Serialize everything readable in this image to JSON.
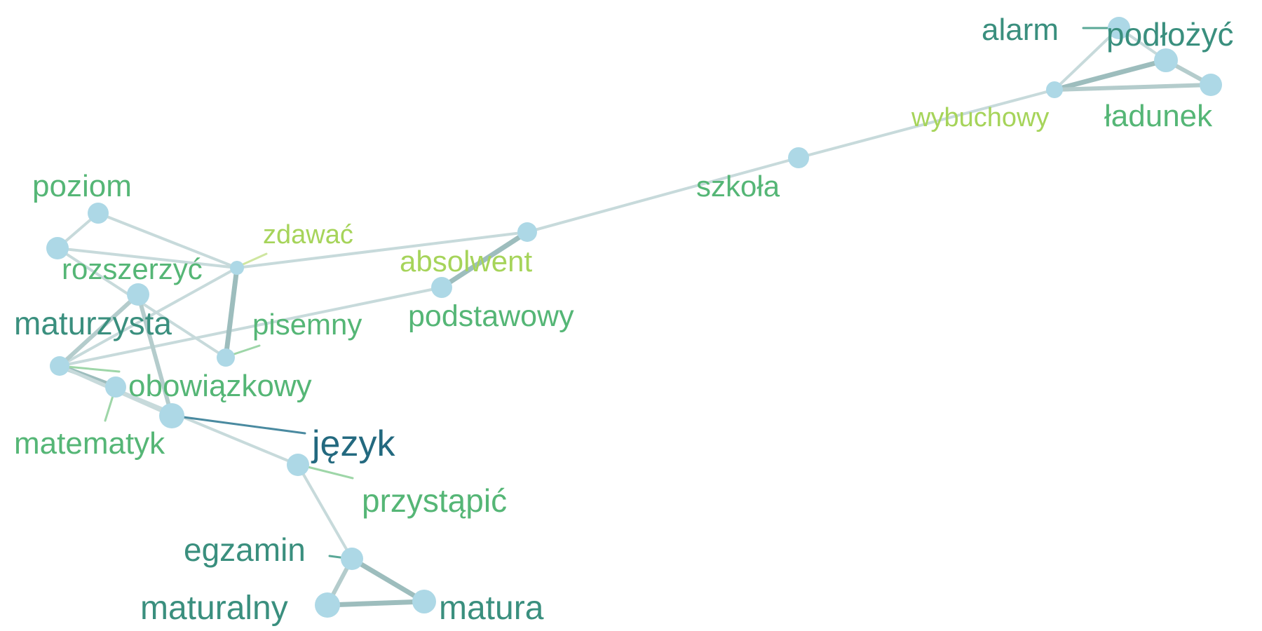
{
  "graph": {
    "nodes": [
      {
        "id": "alarm",
        "label": "alarm"
      },
      {
        "id": "podlozyc",
        "label": "podłożyć"
      },
      {
        "id": "ladunek",
        "label": "ładunek"
      },
      {
        "id": "wybuchowy",
        "label": "wybuchowy"
      },
      {
        "id": "szkola",
        "label": "szkoła"
      },
      {
        "id": "absolwent",
        "label": "absolwent"
      },
      {
        "id": "podstawowy",
        "label": "podstawowy"
      },
      {
        "id": "zdawac",
        "label": "zdawać"
      },
      {
        "id": "poziom",
        "label": "poziom"
      },
      {
        "id": "rozszerzyc",
        "label": "rozszerzyć"
      },
      {
        "id": "maturzysta",
        "label": "maturzysta"
      },
      {
        "id": "pisemny",
        "label": "pisemny"
      },
      {
        "id": "obowiazkowy",
        "label": "obowiązkowy"
      },
      {
        "id": "matematyk",
        "label": "matematyk"
      },
      {
        "id": "jezyk",
        "label": "język"
      },
      {
        "id": "przystapic",
        "label": "przystąpić"
      },
      {
        "id": "egzamin",
        "label": "egzamin"
      },
      {
        "id": "maturalny",
        "label": "maturalny"
      },
      {
        "id": "matura",
        "label": "matura"
      }
    ],
    "edges": [
      {
        "from": "alarm",
        "to": "podlozyc",
        "weight": 1
      },
      {
        "from": "alarm",
        "to": "wybuchowy",
        "weight": 1
      },
      {
        "from": "podlozyc",
        "to": "ladunek",
        "weight": 2
      },
      {
        "from": "wybuchowy",
        "to": "podlozyc",
        "weight": 3
      },
      {
        "from": "wybuchowy",
        "to": "ladunek",
        "weight": 2
      },
      {
        "from": "wybuchowy",
        "to": "szkola",
        "weight": 1
      },
      {
        "from": "szkola",
        "to": "absolwent",
        "weight": 1
      },
      {
        "from": "absolwent",
        "to": "zdawac",
        "weight": 1
      },
      {
        "from": "absolwent",
        "to": "podstawowy",
        "weight": 3
      },
      {
        "from": "podstawowy",
        "to": "obowiazkowy",
        "weight": 1
      },
      {
        "from": "poziom",
        "to": "rozszerzyc",
        "weight": 1
      },
      {
        "from": "poziom",
        "to": "zdawac",
        "weight": 1
      },
      {
        "from": "rozszerzyc",
        "to": "zdawac",
        "weight": 1
      },
      {
        "from": "rozszerzyc",
        "to": "pisemny",
        "weight": 1
      },
      {
        "from": "pisemny",
        "to": "zdawac",
        "weight": 3
      },
      {
        "from": "zdawac",
        "to": "obowiazkowy",
        "weight": 1
      },
      {
        "from": "obowiazkowy",
        "to": "maturzysta",
        "weight": 2
      },
      {
        "from": "obowiazkowy",
        "to": "matematyk",
        "weight": 3
      },
      {
        "from": "obowiazkowy",
        "to": "jezyk",
        "weight": 1
      },
      {
        "from": "maturzysta",
        "to": "jezyk",
        "weight": 2
      },
      {
        "from": "obowiazkowy",
        "to": "przystapic",
        "weight": 1
      },
      {
        "from": "przystapic",
        "to": "egzamin",
        "weight": 1
      },
      {
        "from": "egzamin",
        "to": "maturalny",
        "weight": 2
      },
      {
        "from": "egzamin",
        "to": "matura",
        "weight": 3
      },
      {
        "from": "maturalny",
        "to": "matura",
        "weight": 3
      }
    ]
  },
  "colors": {
    "node_fill": "#add8e6",
    "edge_light": "#c7dadb",
    "edge_medium": "#b4cccc",
    "edge_dark": "#9dbdbd",
    "label_dark_teal": "#3a8f7e",
    "label_green": "#55b676",
    "label_yellow_green": "#a6d45a",
    "label_deep_blue": "#23697f",
    "leader_light": "#9ed6a8"
  }
}
